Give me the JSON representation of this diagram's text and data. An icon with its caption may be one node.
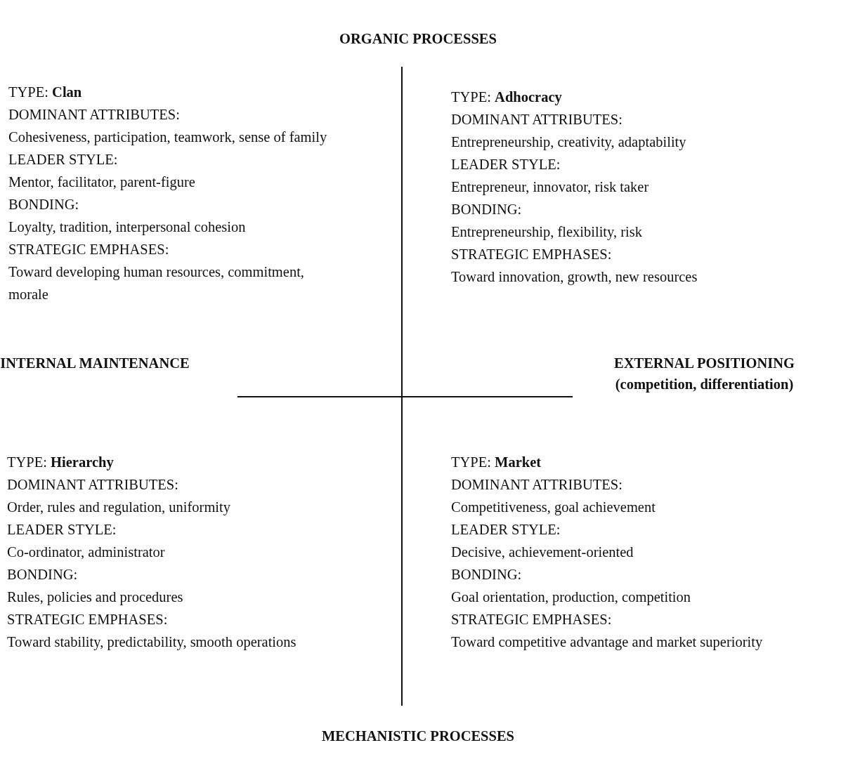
{
  "diagram": {
    "labels": [
      "ORGANIC PROCESSES",
      "TYPE: **Clan**",
      "DOMINANT ATTRIBUTES:",
      "Cohesiveness, participation, teamwork, sense of family",
      "LEADER STYLE:",
      "Mentor, facilitator, parent-figure",
      "BONDING:",
      "Loyalty, tradition, interpersonal cohesion",
      "STRATEGIC EMPHASES:",
      "Toward developing human resources, commitment, morale",
      "TYPE: **Adhocracy**",
      "DOMINANT ATTRIBUTES:",
      "Entrepreneurship, creativity, adaptability",
      "LEADER STYLE:",
      "Entrepreneur, innovator, risk taker",
      "BONDING:",
      "Entrepreneurship, flexibility, risk",
      "STRATEGIC EMPHASES:",
      "Toward innovation, growth, new resources",
      "INTERNAL MAINTENANCE",
      "EXTERNAL POSITIONING",
      "(competition, differentiation)",
      "TYPE: **Hierarchy**",
      "DOMINANT ATTRIBUTES:",
      "Order, rules and regulation, uniformity",
      "LEADER STYLE:",
      "Co-ordinator, administrator",
      "BONDING:",
      "Rules, policies and procedures",
      "STRATEGIC EMPHASES:",
      "Toward stability, predictability, smooth operations",
      "TYPE: **Market**",
      "DOMINANT ATTRIBUTES:",
      "Competitiveness, goal achievement",
      "LEADER STYLE:",
      "Decisive, achievement-oriented",
      "BONDING:",
      "Goal orientation, production, competition",
      "STRATEGIC EMPHASES:",
      "Toward competitive advantage and market superiority",
      "MECHANISTIC PROCESSES"
    ]
  }
}
